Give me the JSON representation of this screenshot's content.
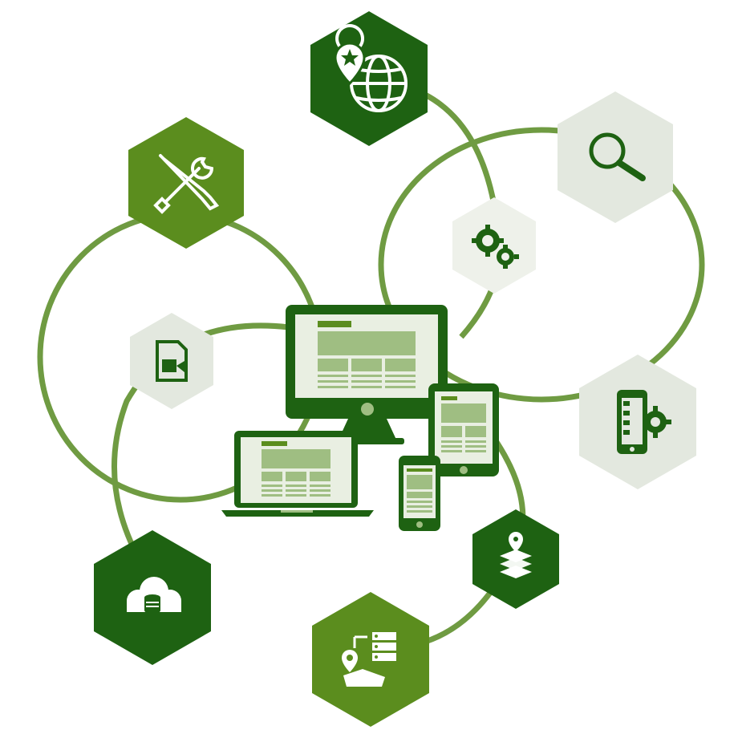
{
  "colors": {
    "dark_green": "#1e6212",
    "mid_green": "#5b8d1e",
    "ring_green": "#6f9b42",
    "light_gray": "#e3e8df",
    "pale": "#eef1ea",
    "device_fill": "#9fbe82",
    "device_light": "#e9efe2",
    "white": "#ffffff"
  },
  "nodes": [
    {
      "id": "location-globe",
      "icon": "location-globe-icon",
      "style": "dark"
    },
    {
      "id": "tools",
      "icon": "wrench-screwdriver-icon",
      "style": "mid"
    },
    {
      "id": "search",
      "icon": "magnifier-icon",
      "style": "light"
    },
    {
      "id": "gears",
      "icon": "gears-icon",
      "style": "light"
    },
    {
      "id": "video-file",
      "icon": "video-file-icon",
      "style": "light"
    },
    {
      "id": "mobile-settings",
      "icon": "mobile-settings-icon",
      "style": "light"
    },
    {
      "id": "map-layers",
      "icon": "map-layers-icon",
      "style": "dark"
    },
    {
      "id": "cloud-database",
      "icon": "cloud-database-icon",
      "style": "dark"
    },
    {
      "id": "map-server",
      "icon": "map-server-icon",
      "style": "mid"
    }
  ],
  "devices": [
    "desktop-monitor",
    "laptop",
    "tablet",
    "smartphone"
  ]
}
